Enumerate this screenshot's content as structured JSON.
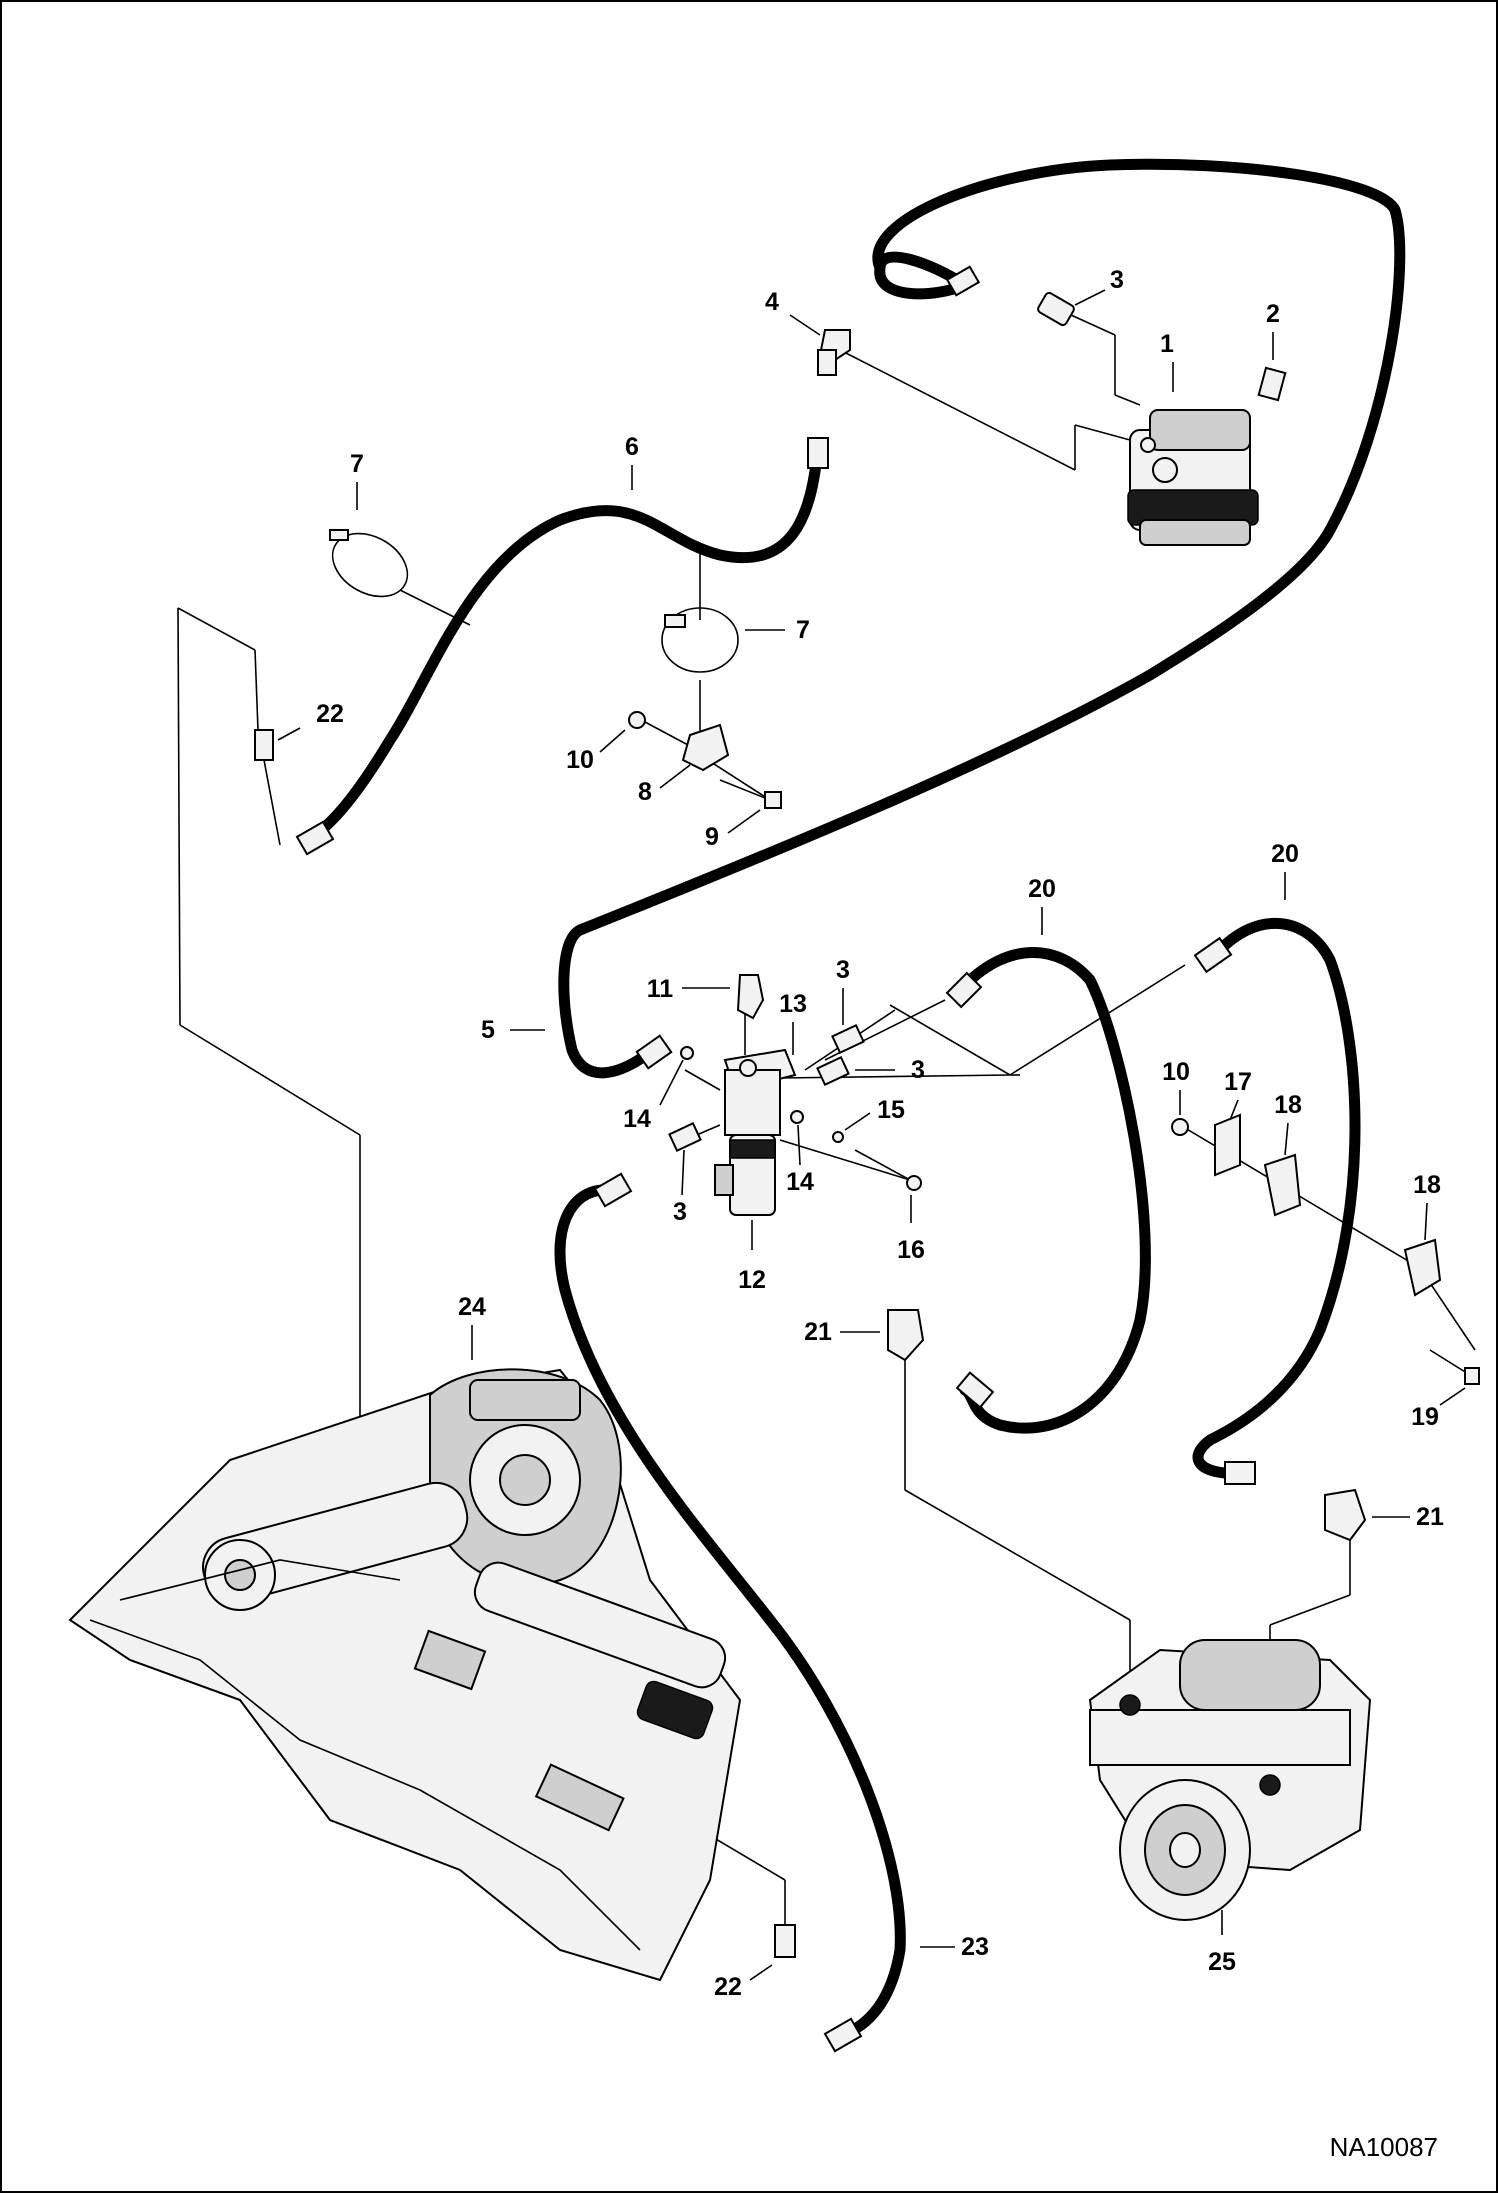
{
  "drawing_number": "NA10087",
  "callouts": {
    "c1": "1",
    "c2": "2",
    "c3a": "3",
    "c3b": "3",
    "c3c": "3",
    "c3d": "3",
    "c4": "4",
    "c5": "5",
    "c6": "6",
    "c7a": "7",
    "c7b": "7",
    "c8": "8",
    "c9": "9",
    "c10a": "10",
    "c10b": "10",
    "c11": "11",
    "c12": "12",
    "c13": "13",
    "c14a": "14",
    "c14b": "14",
    "c15": "15",
    "c16": "16",
    "c17": "17",
    "c18a": "18",
    "c18b": "18",
    "c19": "19",
    "c20a": "20",
    "c20b": "20",
    "c21a": "21",
    "c21b": "21",
    "c22a": "22",
    "c22b": "22",
    "c23": "23",
    "c24": "24",
    "c25": "25"
  }
}
